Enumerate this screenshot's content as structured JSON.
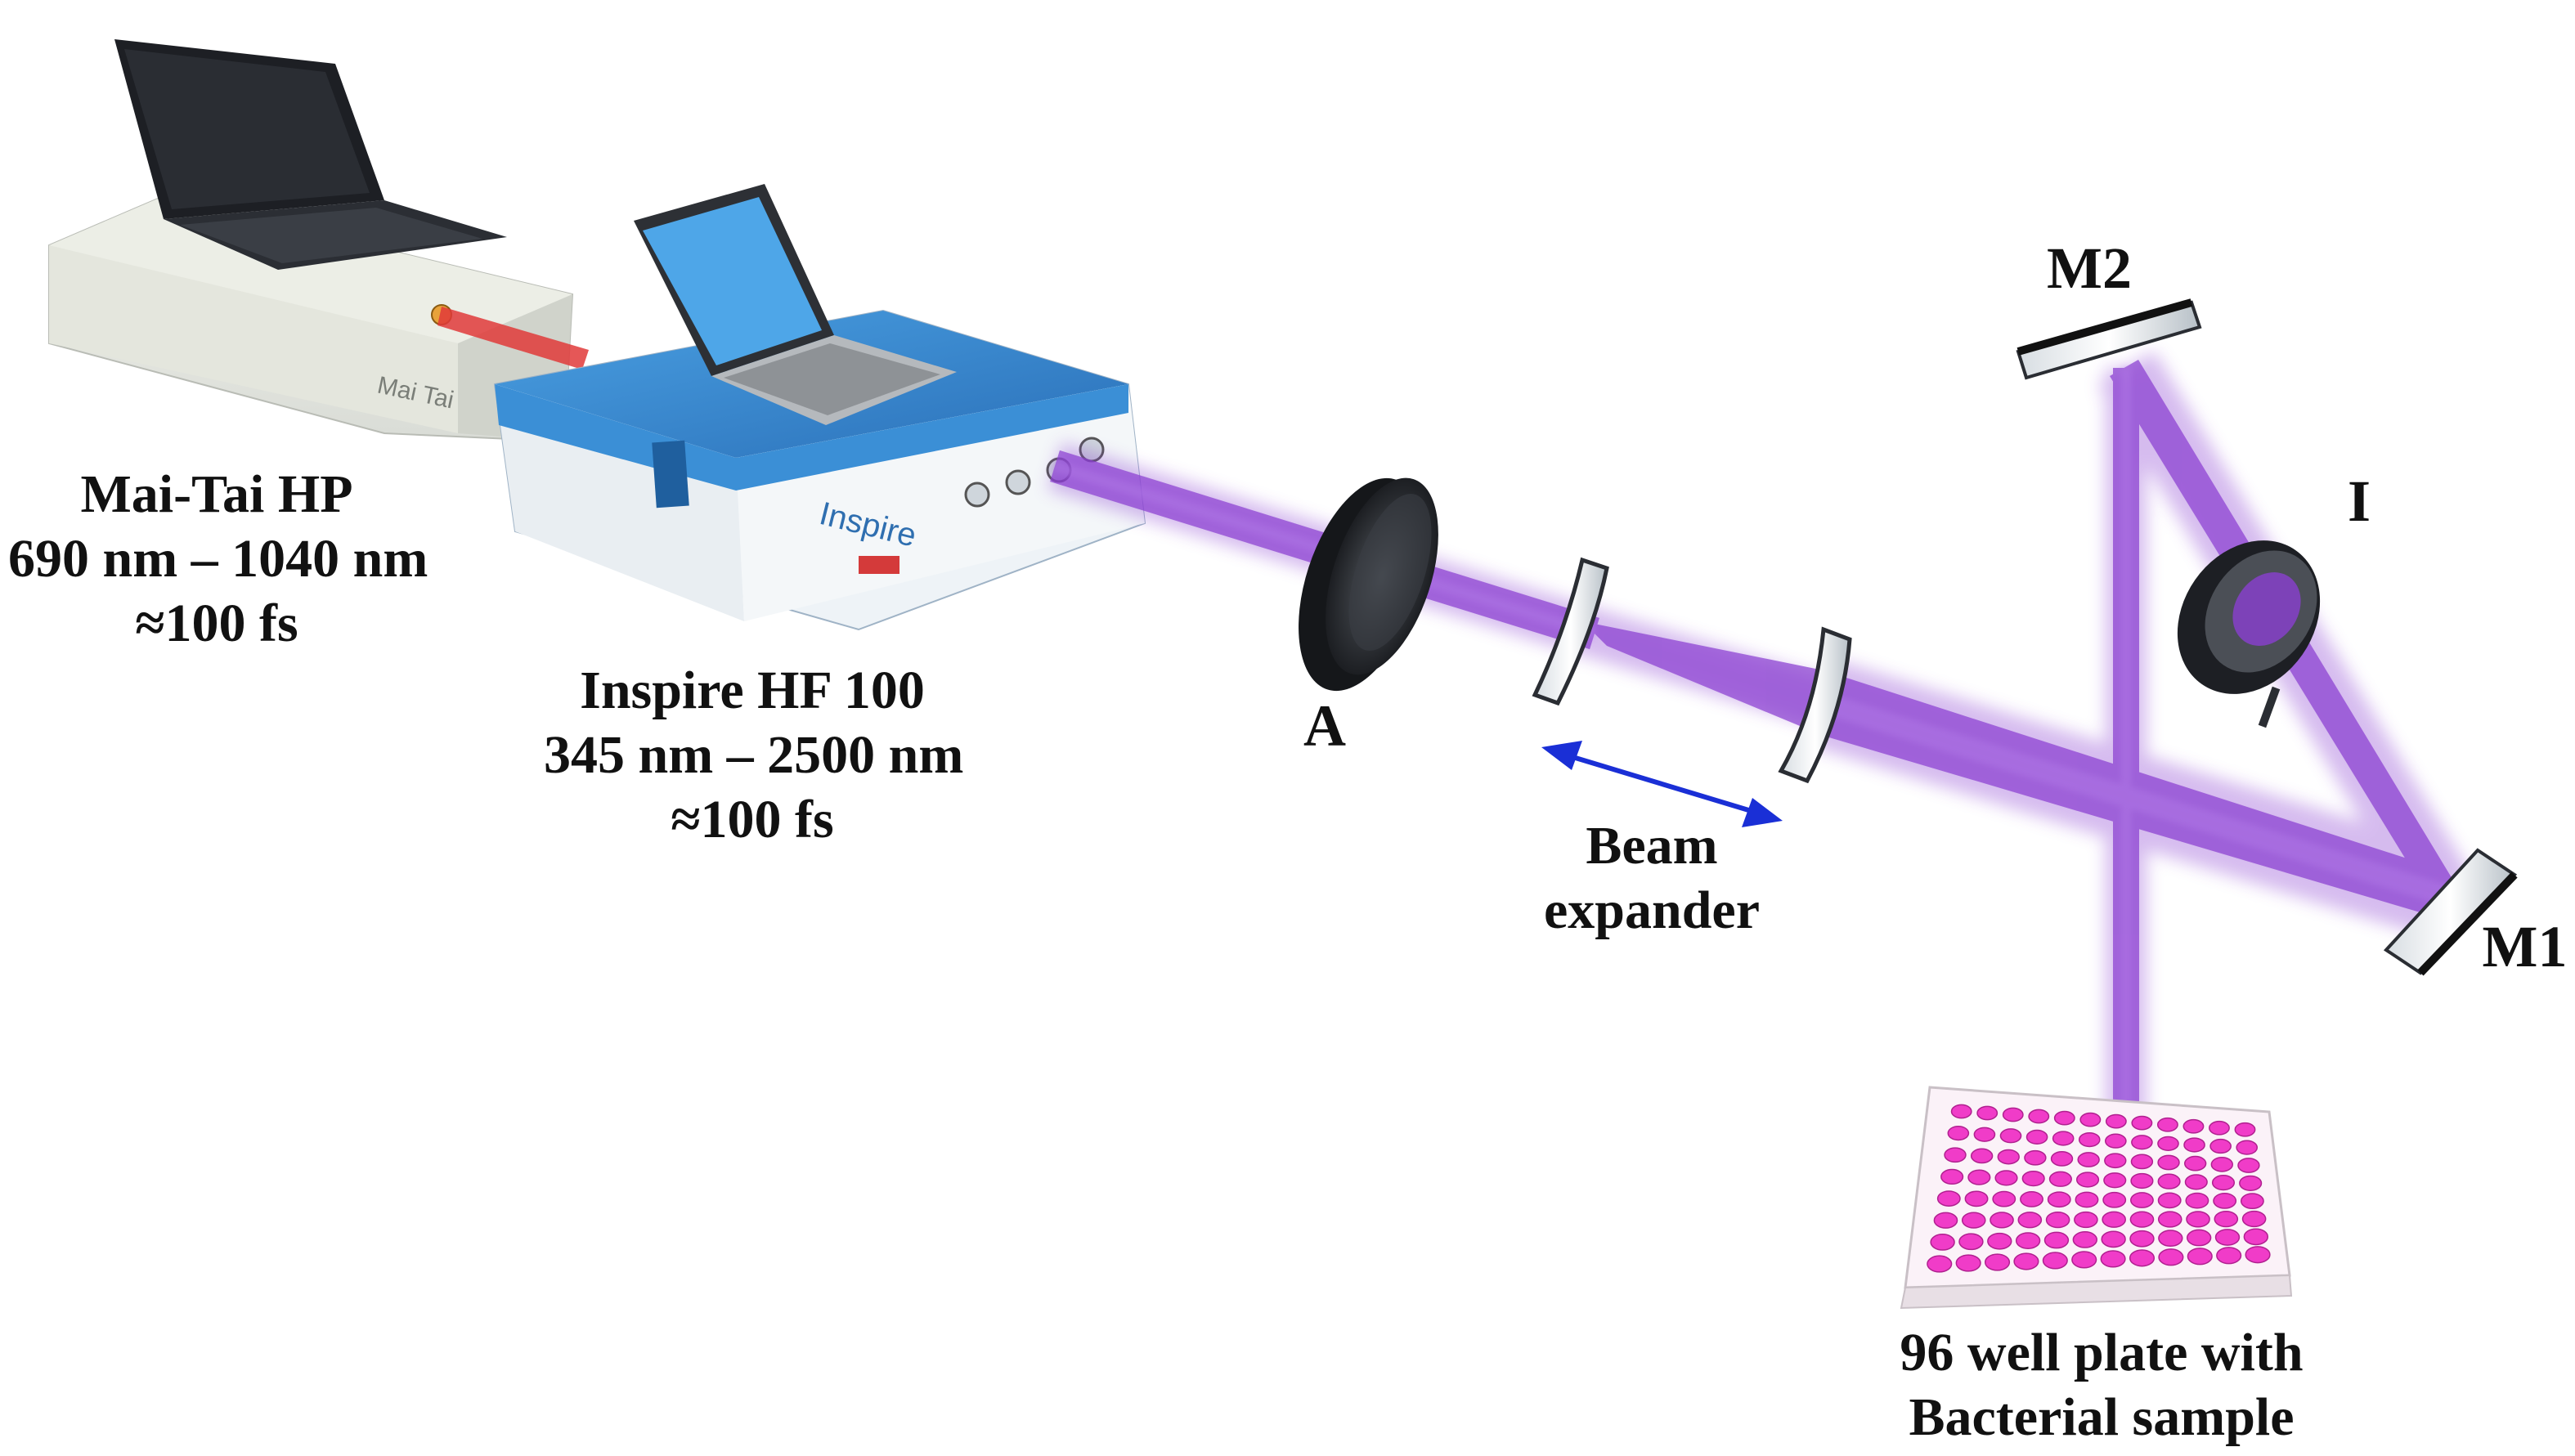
{
  "colors": {
    "beam": "#8a3fd1",
    "beam_core": "#a466e6",
    "input_beam": "#e03a3a",
    "arrow": "#1a2fd6",
    "well_pink": "#f03cc8",
    "box_blue": "#3b8fd6",
    "box_white": "#eef3f7",
    "laptop_dark": "#1d1f24"
  },
  "labels": {
    "mai_tai": {
      "name": "Mai-Tai HP",
      "range": "690 nm – 1040 nm",
      "pulse": "≈100 fs"
    },
    "inspire": {
      "name": "Inspire HF 100",
      "range": "345 nm – 2500 nm",
      "pulse": "≈100 fs"
    },
    "attenuator": "A",
    "beam_expander": {
      "line1": "Beam",
      "line2": "expander"
    },
    "mirror1": "M1",
    "mirror2": "M2",
    "iris": "I",
    "plate": {
      "line1": "96 well plate with",
      "line2": "Bacterial sample"
    },
    "device_text": {
      "mai_tai_logo": "Mai Tai",
      "inspire_logo": "Inspire"
    }
  },
  "plate_grid": {
    "rows": 8,
    "cols": 12
  }
}
